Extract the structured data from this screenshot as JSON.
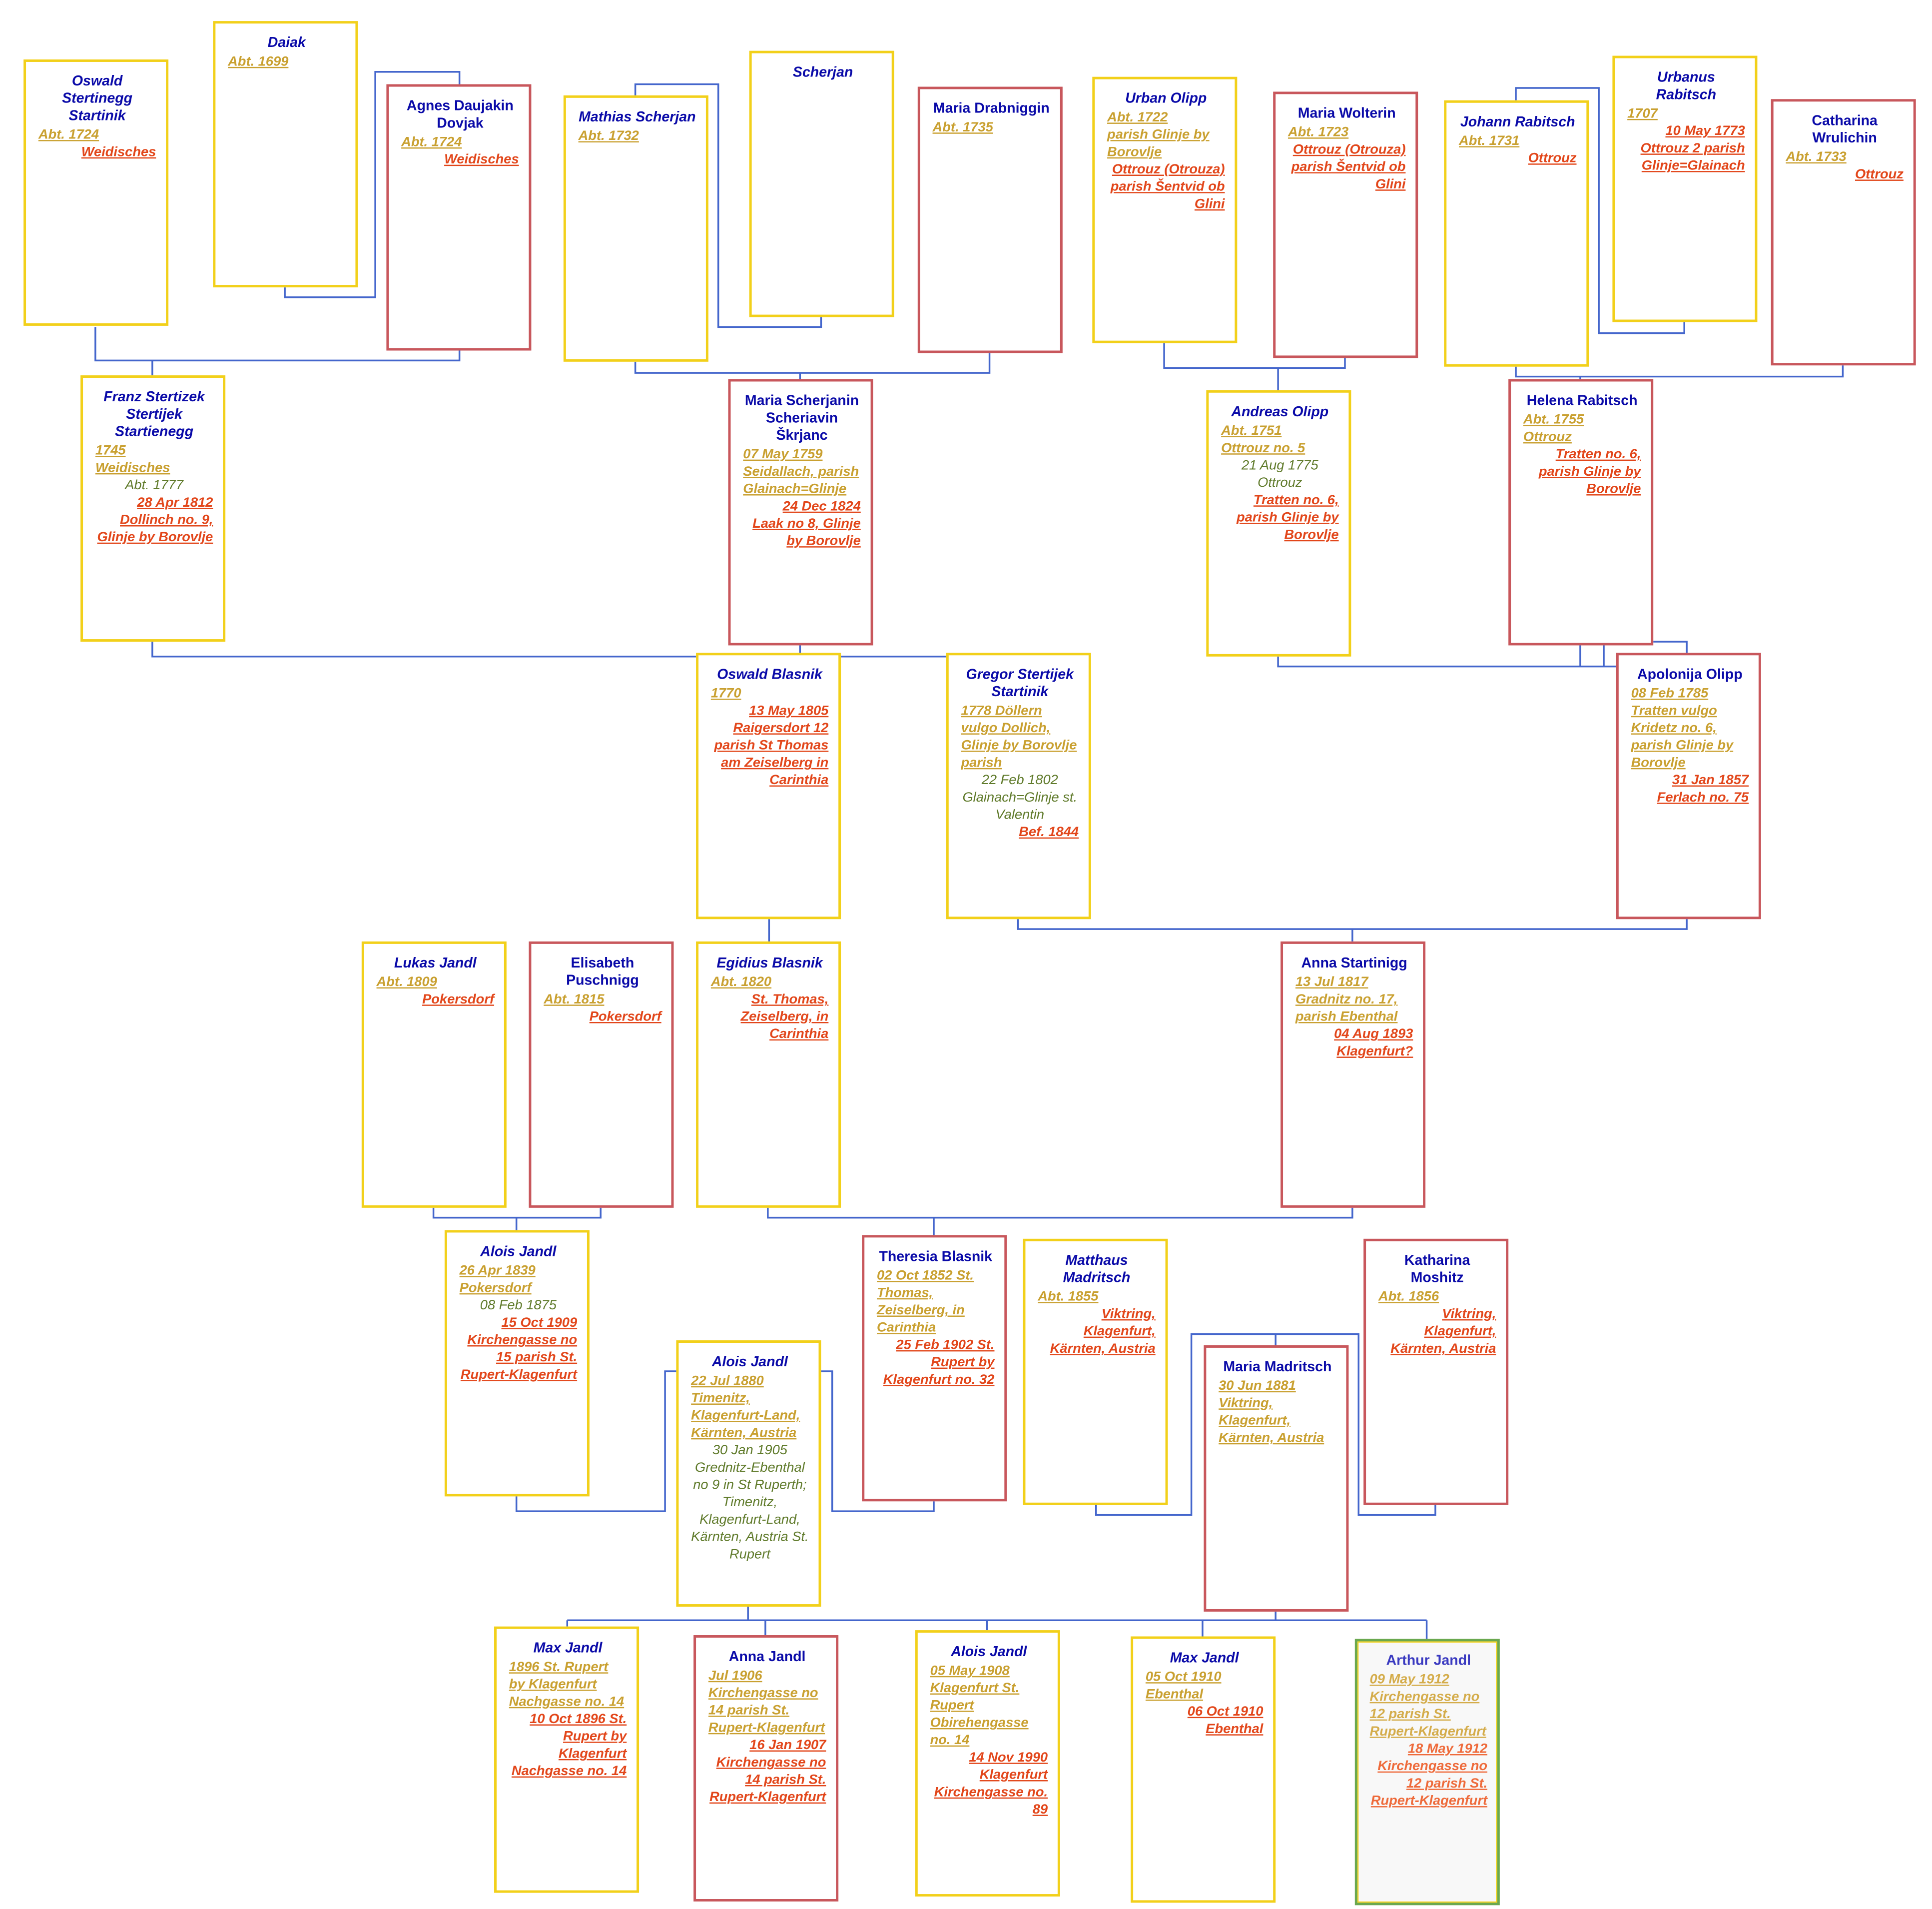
{
  "colors": {
    "connector": "#4466cc",
    "male_border": "#f2d01a",
    "female_border": "#c8575c",
    "selected_border": "#6aa84f"
  },
  "persons": [
    {
      "name": "Oswald Stertinegg Startinik",
      "birth": [
        "Abt. 1724"
      ],
      "marriage": [],
      "death": [
        "Weidisches"
      ]
    },
    {
      "name": "Daiak",
      "birth": [
        "Abt. 1699"
      ],
      "marriage": [],
      "death": []
    },
    {
      "name": "Agnes Daujakin Dovjak",
      "birth": [
        "Abt. 1724"
      ],
      "marriage": [],
      "death": [
        "Weidisches"
      ]
    },
    {
      "name": "Mathias Scherjan",
      "birth": [
        "Abt. 1732"
      ],
      "marriage": [],
      "death": []
    },
    {
      "name": "Scherjan",
      "birth": [],
      "marriage": [],
      "death": []
    },
    {
      "name": "Maria Drabniggin",
      "birth": [
        "Abt. 1735"
      ],
      "marriage": [],
      "death": []
    },
    {
      "name": "Urban Olipp",
      "birth": [
        "Abt. 1722",
        "parish Glinje by Borovlje"
      ],
      "marriage": [],
      "death": [
        "Ottrouz (Otrouza) parish Šentvid ob Glini"
      ]
    },
    {
      "name": "Maria Wolterin",
      "birth": [
        "Abt. 1723"
      ],
      "marriage": [],
      "death": [
        "Ottrouz (Otrouza) parish Šentvid ob Glini"
      ]
    },
    {
      "name": "Johann Rabitsch",
      "birth": [
        "Abt. 1731"
      ],
      "marriage": [],
      "death": [
        "Ottrouz"
      ]
    },
    {
      "name": "Urbanus Rabitsch",
      "birth": [
        "1707"
      ],
      "marriage": [],
      "death": [
        "10 May 1773",
        "Ottrouz 2 parish Glinje=Glainach"
      ]
    },
    {
      "name": "Catharina Wrulichin",
      "birth": [
        "Abt. 1733"
      ],
      "marriage": [],
      "death": [
        "Ottrouz"
      ]
    },
    {
      "name": "Franz Stertizek Stertijek Startienegg",
      "birth": [
        "1745",
        "Weidisches"
      ],
      "marriage": [
        "Abt. 1777"
      ],
      "death": [
        "28 Apr 1812",
        "Dollinch no. 9, Glinje by Borovlje"
      ]
    },
    {
      "name": "Maria Scherjanin Scheriavin Škrjanc",
      "birth": [
        "07 May 1759",
        "Seidallach, parish Glainach=Glinje"
      ],
      "marriage": [],
      "death": [
        "24 Dec 1824",
        "Laak no 8, Glinje by Borovlje"
      ]
    },
    {
      "name": "Andreas Olipp",
      "birth": [
        "Abt. 1751",
        "Ottrouz no. 5"
      ],
      "marriage": [
        "21 Aug 1775",
        "Ottrouz"
      ],
      "death": [
        "Tratten no. 6, parish Glinje by Borovlje"
      ]
    },
    {
      "name": "Helena Rabitsch",
      "birth": [
        "Abt. 1755",
        "Ottrouz"
      ],
      "marriage": [],
      "death": [
        "Tratten no. 6, parish Glinje by Borovlje"
      ]
    },
    {
      "name": "Oswald Blasnik",
      "birth": [
        "1770"
      ],
      "marriage": [],
      "death": [
        "13 May 1805",
        "Raigersdort 12 parish St Thomas am Zeiselberg in Carinthia"
      ]
    },
    {
      "name": "Gregor Stertijek Startinik",
      "birth": [
        "1778 Döllern vulgo Dollich, Glinje by Borovlje parish"
      ],
      "marriage": [
        "22 Feb 1802",
        "Glainach=Glinje st. Valentin"
      ],
      "death": [
        "Bef. 1844"
      ]
    },
    {
      "name": "Apolonija Olipp",
      "birth": [
        "08 Feb 1785",
        "Tratten vulgo Kridetz no. 6, parish Glinje by Borovlje"
      ],
      "marriage": [],
      "death": [
        "31 Jan 1857",
        "Ferlach no. 75"
      ]
    },
    {
      "name": "Lukas Jandl",
      "birth": [
        "Abt. 1809"
      ],
      "marriage": [],
      "death": [
        "Pokersdorf"
      ]
    },
    {
      "name": "Elisabeth Puschnigg",
      "birth": [
        "Abt. 1815"
      ],
      "marriage": [],
      "death": [
        "Pokersdorf"
      ]
    },
    {
      "name": "Egidius Blasnik",
      "birth": [
        "Abt. 1820"
      ],
      "marriage": [],
      "death": [
        "St. Thomas, Zeiselberg, in Carinthia"
      ]
    },
    {
      "name": "Anna Startinigg",
      "birth": [
        "13 Jul 1817",
        "Gradnitz no. 17, parish Ebenthal"
      ],
      "marriage": [],
      "death": [
        "04 Aug 1893",
        "Klagenfurt?"
      ]
    },
    {
      "name": "Alois Jandl",
      "birth": [
        "26 Apr 1839",
        "Pokersdorf"
      ],
      "marriage": [
        "08 Feb 1875"
      ],
      "death": [
        "15 Oct 1909",
        "Kirchengasse no 15 parish St. Rupert-Klagenfurt"
      ]
    },
    {
      "name": "Theresia Blasnik",
      "birth": [
        "02 Oct 1852 St. Thomas, Zeiselberg, in Carinthia"
      ],
      "marriage": [],
      "death": [
        "25 Feb 1902 St. Rupert by Klagenfurt no. 32"
      ]
    },
    {
      "name": "Matthaus Madritsch",
      "birth": [
        "Abt. 1855"
      ],
      "marriage": [],
      "death": [
        "Viktring, Klagenfurt, Kärnten, Austria"
      ]
    },
    {
      "name": "Katharina Moshitz",
      "birth": [
        "Abt. 1856"
      ],
      "marriage": [],
      "death": [
        "Viktring, Klagenfurt, Kärnten, Austria"
      ]
    },
    {
      "name": "Alois Jandl",
      "birth": [
        "22 Jul 1880",
        "Timenitz, Klagenfurt-Land, Kärnten, Austria"
      ],
      "marriage": [
        "30 Jan 1905",
        "Grednitz-Ebenthal no 9 in St Ruperth; Timenitz, Klagenfurt-Land, Kärnten, Austria St. Rupert"
      ],
      "death": []
    },
    {
      "name": "Maria Madritsch",
      "birth": [
        "30 Jun 1881",
        "Viktring, Klagenfurt, Kärnten, Austria"
      ],
      "marriage": [],
      "death": []
    },
    {
      "name": "Max Jandl",
      "birth": [
        "1896 St. Rupert by Klagenfurt Nachgasse no. 14"
      ],
      "marriage": [],
      "death": [
        "10 Oct 1896 St. Rupert by Klagenfurt Nachgasse no. 14"
      ]
    },
    {
      "name": "Anna Jandl",
      "birth": [
        "Jul 1906",
        "Kirchengasse no 14 parish St. Rupert-Klagenfurt"
      ],
      "marriage": [],
      "death": [
        "16 Jan 1907",
        "Kirchengasse no 14 parish St. Rupert-Klagenfurt"
      ]
    },
    {
      "name": "Alois Jandl",
      "birth": [
        "05 May 1908",
        "Klagenfurt St. Rupert Obirehengasse no. 14"
      ],
      "marriage": [],
      "death": [
        "14 Nov 1990",
        "Klagenfurt Kirchengasse no. 89"
      ]
    },
    {
      "name": "Max Jandl",
      "birth": [
        "05 Oct 1910",
        "Ebenthal"
      ],
      "marriage": [],
      "death": [
        "06 Oct 1910",
        "Ebenthal"
      ]
    },
    {
      "name": "Arthur Jandl",
      "birth": [
        "09 May 1912",
        "Kirchengasse no 12 parish St. Rupert-Klagenfurt"
      ],
      "marriage": [],
      "death": [
        "18 May 1912",
        "Kirchengasse no 12 parish St. Rupert-Klagenfurt"
      ]
    }
  ]
}
